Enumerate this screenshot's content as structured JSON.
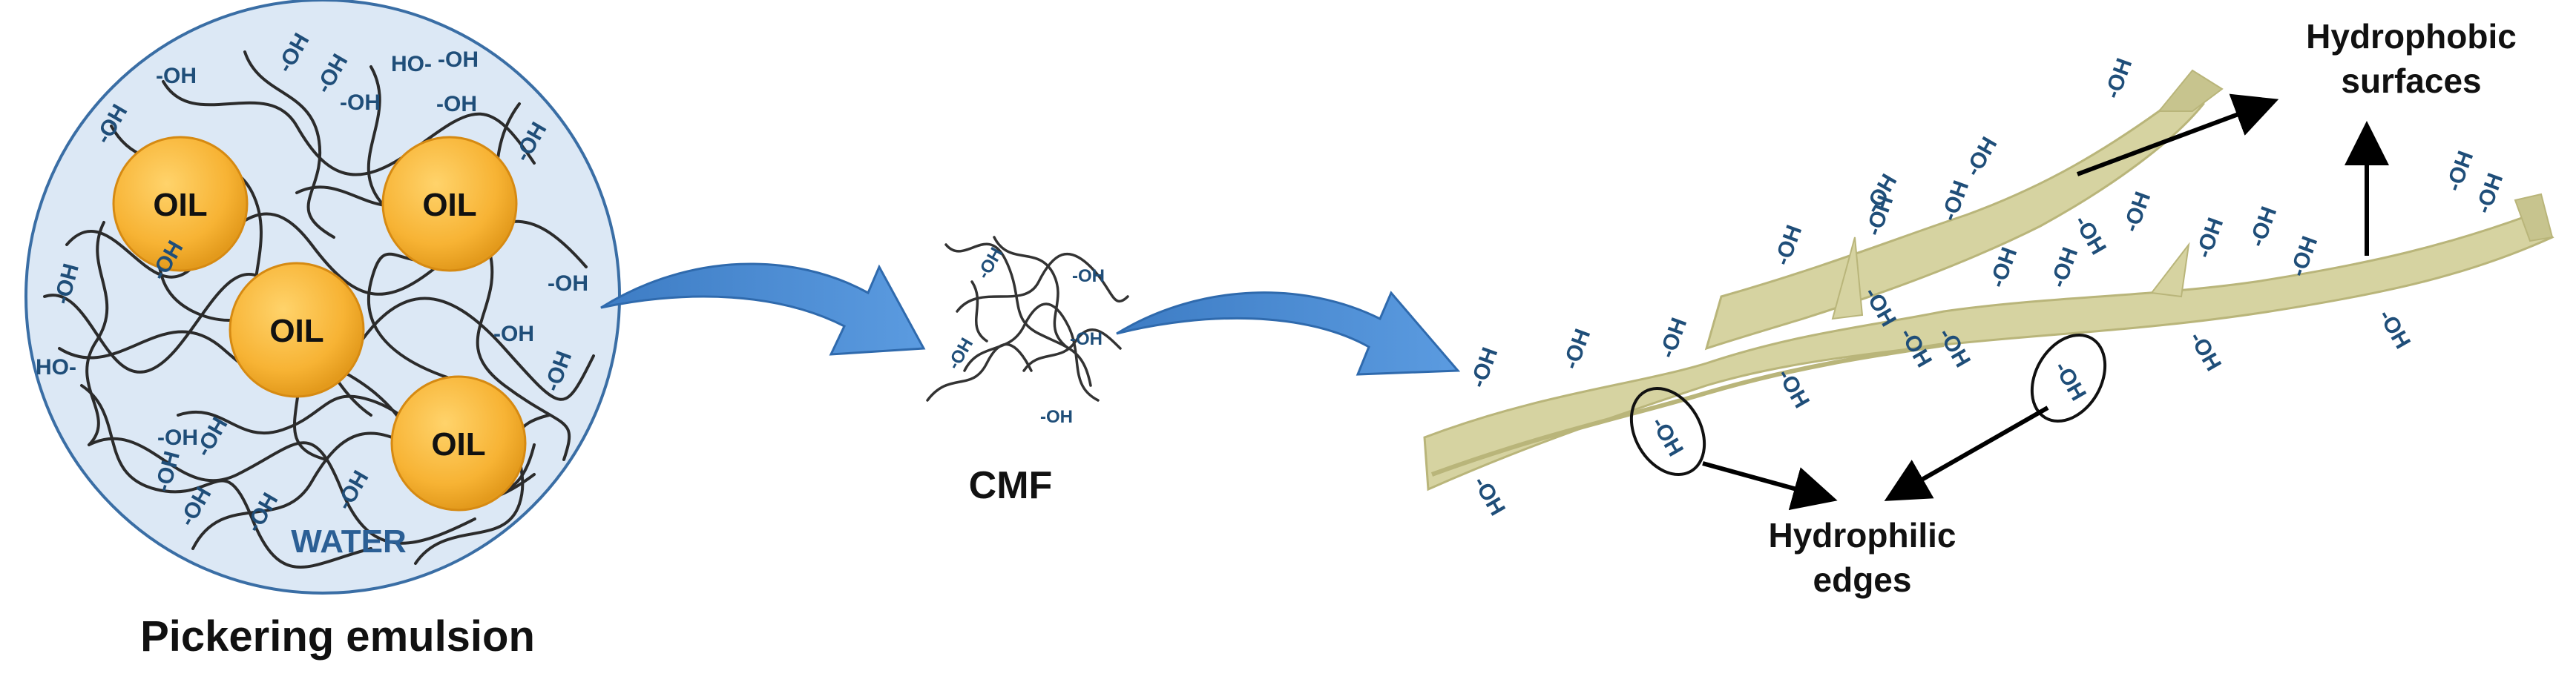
{
  "colors": {
    "water_fill": "#dce8f5",
    "water_stroke": "#3a6ea5",
    "oil_fill": "#f7b334",
    "oil_stroke": "#d68a12",
    "arrow_blue": "#4f8fd6",
    "fiber_fill": "#d6d3a1",
    "fiber_shade": "#b9b57a",
    "label_dark": "#1f4e79",
    "text": "#111111"
  },
  "emulsion": {
    "oil_labels": [
      "OIL",
      "OIL",
      "OIL",
      "OIL"
    ],
    "water_label": "WATER",
    "caption": "Pickering emulsion",
    "oh_labels": [
      "-OH",
      "-OH",
      "-OH",
      "HO-",
      "-OH",
      "-OH",
      "-OH",
      "-OH",
      "-OH",
      "-OH",
      "-OH",
      "HO-",
      "-OH",
      "-OH",
      "-OH",
      "-OH",
      "-OH",
      "-OH",
      "-OH",
      "-OH",
      "-OH"
    ]
  },
  "cmf": {
    "label": "CMF",
    "oh_labels": [
      "-OH",
      "-OH",
      "-OH",
      "-OH",
      "-OH"
    ]
  },
  "fiber": {
    "hydrophobic_label_line1": "Hydrophobic",
    "hydrophobic_label_line2": "surfaces",
    "hydrophilic_label_line1": "Hydrophilic",
    "hydrophilic_label_line2": "edges",
    "oh_labels": [
      "-OH",
      "-OH",
      "-OH",
      "-OH",
      "-OH",
      "-OH",
      "-OH",
      "-OH",
      "-OH",
      "-OH",
      "-OH",
      "-OH",
      "-OH",
      "-OH",
      "-OH",
      "-OH",
      "-OH",
      "-OH",
      "-OH",
      "-OH",
      "-OH",
      "-OH",
      "-OH",
      "-OH",
      "-OH"
    ],
    "circled_oh": [
      "-OH",
      "-OH"
    ]
  }
}
